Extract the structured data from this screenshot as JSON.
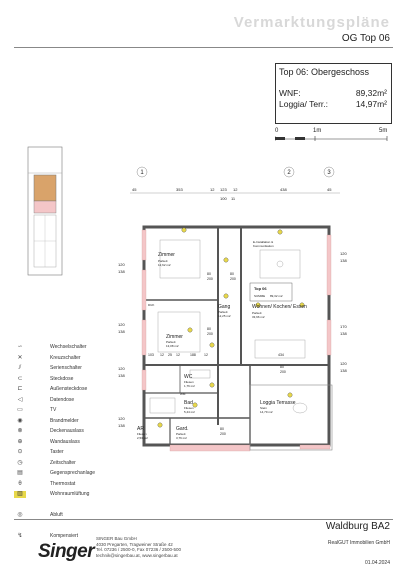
{
  "header": {
    "title": "Vermarktungspläne",
    "subtitle": "OG Top 06"
  },
  "info": {
    "title": "Top 06: Obergeschoss",
    "wnf_label": "WNF:",
    "wnf_value": "89,32m²",
    "loggia_label": "Loggia/ Terr.:",
    "loggia_value": "14,97m²"
  },
  "scale": {
    "labels": [
      "0",
      "1m",
      "5m"
    ]
  },
  "dims": {
    "top": [
      "45",
      "353",
      "12",
      "123",
      "12",
      "438",
      "45"
    ],
    "top2": [
      "100",
      "11"
    ],
    "left": [
      "120",
      "138",
      "120",
      "138",
      "120",
      "138",
      "120",
      "138"
    ],
    "right": [
      "120",
      "138",
      "170",
      "138",
      "120",
      "138"
    ],
    "mid": [
      "80",
      "200",
      "80",
      "200",
      "80",
      "200",
      "80",
      "200"
    ],
    "row": [
      "103",
      "12",
      "25",
      "12",
      "188",
      "12",
      "434"
    ],
    "gard": [
      "80",
      "200"
    ]
  },
  "axes": [
    "1",
    "2",
    "3"
  ],
  "rooms": [
    {
      "name": "Zimmer",
      "sub": "Parkett",
      "area": "12,62 m2"
    },
    {
      "name": "Gang",
      "sub": "Parkett",
      "area": "12,25 m2"
    },
    {
      "name": "Wohnen/ Kochen/ Essen",
      "sub": "Parkett",
      "area": "33,96 m2"
    },
    {
      "name": "Zimmer",
      "sub": "Parkett",
      "area": "13,08 m2"
    },
    {
      "name": "WC",
      "sub": "Fliesen",
      "area": "1,76 m2"
    },
    {
      "name": "Bad",
      "sub": "Fliesen",
      "area": "5,44 m2"
    },
    {
      "name": "AR",
      "sub": "Fliesen",
      "area": "2,53 m2"
    },
    {
      "name": "Gard.",
      "sub": "Parkett",
      "area": "3,76 m2"
    },
    {
      "name": "Loggia Terrasse",
      "sub": "Stein",
      "area": "14,79 m2"
    },
    {
      "name": "Top 06",
      "sub": "SUMME",
      "area": "89,32 m2"
    },
    {
      "name": "E-Installation &",
      "sub": "Kommunikation",
      "area": ""
    },
    {
      "name": "DUK",
      "sub": "",
      "area": ""
    },
    {
      "name": "WM",
      "sub": "",
      "area": ""
    }
  ],
  "legend": [
    {
      "icon": "switch-icon",
      "label": "Wechselschalter"
    },
    {
      "icon": "cross-switch-icon",
      "label": "Kreuzschalter"
    },
    {
      "icon": "series-switch-icon",
      "label": "Serienschalter"
    },
    {
      "icon": "socket-icon",
      "label": "Steckdose"
    },
    {
      "icon": "outdoor-socket-icon",
      "label": "Außensteckdose"
    },
    {
      "icon": "data-socket-icon",
      "label": "Datendose"
    },
    {
      "icon": "tv-icon",
      "label": "TV"
    },
    {
      "icon": "smoke-detector-icon",
      "label": "Brandmelder"
    },
    {
      "icon": "ceiling-light-icon",
      "label": "Deckenauslass"
    },
    {
      "icon": "wall-light-icon",
      "label": "Wandauslass"
    },
    {
      "icon": "button-icon",
      "label": "Taster"
    },
    {
      "icon": "time-switch-icon",
      "label": "Zeitschalter"
    },
    {
      "icon": "intercom-icon",
      "label": "Gegensprechanlage"
    },
    {
      "icon": "thermostat-icon",
      "label": "Thermostat"
    },
    {
      "icon": "heating-icon",
      "label": "Wohnraumlüftung"
    },
    {
      "icon": "blank-icon",
      "label": ""
    },
    {
      "icon": "exhaust-icon",
      "label": "Abluft"
    },
    {
      "icon": "blank-icon",
      "label": ""
    },
    {
      "icon": "compensation-icon",
      "label": "Kompensiert"
    }
  ],
  "footer": {
    "logo": "Singer",
    "company_lines": [
      "SINGER Bau GmbH",
      "4030 Pregarten, Tragweiner Straße 42",
      "Tel. 07236 / 2500-0, Fax 07236 / 2500-500",
      "technik@singerbau.at, www.singerbau.at"
    ],
    "project": "Waldburg BA2",
    "client": "RealGUT Immobilien GmbH",
    "date": "01.04.2024"
  },
  "colors": {
    "wall": "#555555",
    "pink": "#f4c6c8",
    "accent": "#d9a36a",
    "icon_fill": "#e8d84a"
  }
}
